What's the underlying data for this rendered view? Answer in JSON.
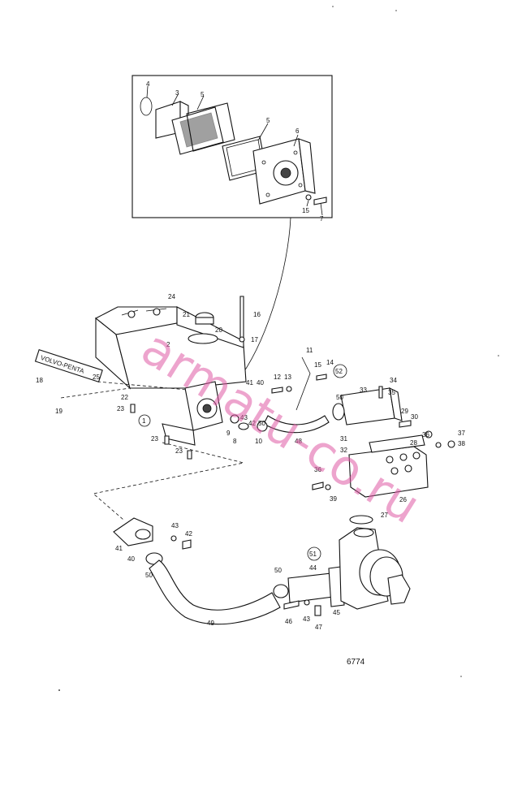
{
  "diagram": {
    "drawing_number": "6774",
    "watermark": "armatu-co.ru",
    "brand_plate": "VOLVO-PENTA",
    "callouts": [
      {
        "id": "c4",
        "text": "4"
      },
      {
        "id": "c3",
        "text": "3"
      },
      {
        "id": "c5a",
        "text": "5"
      },
      {
        "id": "c5b",
        "text": "5"
      },
      {
        "id": "c6",
        "text": "6"
      },
      {
        "id": "c15a",
        "text": "15"
      },
      {
        "id": "c7",
        "text": "7"
      },
      {
        "id": "c24",
        "text": "24"
      },
      {
        "id": "c21",
        "text": "21"
      },
      {
        "id": "c16",
        "text": "16"
      },
      {
        "id": "c20",
        "text": "20"
      },
      {
        "id": "c17",
        "text": "17"
      },
      {
        "id": "c2",
        "text": "2"
      },
      {
        "id": "c25",
        "text": "25"
      },
      {
        "id": "c18",
        "text": "18"
      },
      {
        "id": "c19",
        "text": "19"
      },
      {
        "id": "c22",
        "text": "22"
      },
      {
        "id": "c23a",
        "text": "23"
      },
      {
        "id": "c1",
        "text": "1"
      },
      {
        "id": "c23b",
        "text": "23"
      },
      {
        "id": "c23c",
        "text": "23"
      },
      {
        "id": "c41a",
        "text": "41"
      },
      {
        "id": "c40a",
        "text": "40"
      },
      {
        "id": "c43a",
        "text": "43"
      },
      {
        "id": "c42a",
        "text": "42"
      },
      {
        "id": "c9",
        "text": "9"
      },
      {
        "id": "c8",
        "text": "8"
      },
      {
        "id": "c10",
        "text": "10"
      },
      {
        "id": "c50a",
        "text": "50"
      },
      {
        "id": "c48",
        "text": "48"
      },
      {
        "id": "c11",
        "text": "11"
      },
      {
        "id": "c12",
        "text": "12"
      },
      {
        "id": "c13",
        "text": "13"
      },
      {
        "id": "c15b",
        "text": "15"
      },
      {
        "id": "c14",
        "text": "14"
      },
      {
        "id": "c52",
        "text": "52"
      },
      {
        "id": "c34",
        "text": "34"
      },
      {
        "id": "c35",
        "text": "35"
      },
      {
        "id": "c50b",
        "text": "50"
      },
      {
        "id": "c33",
        "text": "33"
      },
      {
        "id": "c29",
        "text": "29"
      },
      {
        "id": "c30",
        "text": "30"
      },
      {
        "id": "c36a",
        "text": "36"
      },
      {
        "id": "c37",
        "text": "37"
      },
      {
        "id": "c38",
        "text": "38"
      },
      {
        "id": "c31",
        "text": "31"
      },
      {
        "id": "c32",
        "text": "32"
      },
      {
        "id": "c28",
        "text": "28"
      },
      {
        "id": "c36b",
        "text": "36"
      },
      {
        "id": "c39",
        "text": "39"
      },
      {
        "id": "c26",
        "text": "26"
      },
      {
        "id": "c27",
        "text": "27"
      },
      {
        "id": "c43b",
        "text": "43"
      },
      {
        "id": "c42b",
        "text": "42"
      },
      {
        "id": "c41b",
        "text": "41"
      },
      {
        "id": "c40b",
        "text": "40"
      },
      {
        "id": "c50c",
        "text": "50"
      },
      {
        "id": "c51",
        "text": "51"
      },
      {
        "id": "c50d",
        "text": "50"
      },
      {
        "id": "c44",
        "text": "44"
      },
      {
        "id": "c49",
        "text": "49"
      },
      {
        "id": "c46",
        "text": "46"
      },
      {
        "id": "c43c",
        "text": "43"
      },
      {
        "id": "c45",
        "text": "45"
      },
      {
        "id": "c47",
        "text": "47"
      }
    ]
  }
}
